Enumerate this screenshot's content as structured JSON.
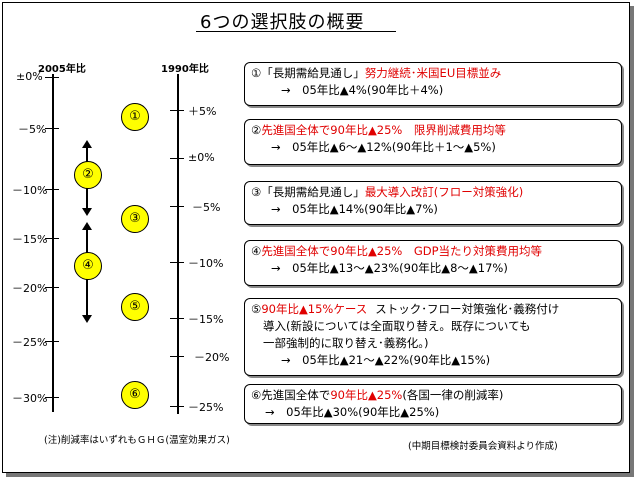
{
  "title": "6つの選択肢の概要",
  "left_axis": {
    "heading": "2005年比",
    "ticks": [
      "±0%",
      "－5%",
      "－10%",
      "－15%",
      "－20%",
      "－25%",
      "－30%"
    ]
  },
  "right_axis": {
    "heading": "1990年比",
    "ticks": [
      "＋5%",
      "±0%",
      "－5%",
      "－10%",
      "－15%",
      "－20%",
      "－25%"
    ]
  },
  "options": [
    {
      "num": "①",
      "l1a": "①「長期需給見通し」",
      "l1b": "努力継続･米国EU目標並み",
      "l2": "→　05年比▲4%(90年比＋4%)"
    },
    {
      "num": "②",
      "l1a": "②",
      "l1b": "先進国全体で90年比▲25%　限界削減費用均等",
      "l2": "→　05年比▲6～▲12%(90年比＋1～▲5%)"
    },
    {
      "num": "③",
      "l1a": "③「長期需給見通し」",
      "l1b": "最大導入改訂(フロー対策強化)",
      "l2": "→　05年比▲14%(90年比▲7%)"
    },
    {
      "num": "④",
      "l1a": "④",
      "l1b": "先進国全体で90年比▲25%　GDP当たり対策費用均等",
      "l2": "→　05年比▲13～▲23%(90年比▲8～▲17%)"
    },
    {
      "num": "⑤",
      "l1a": "⑤",
      "l1b": "90年比▲15%ケース",
      "l1c": "ストック･フロー対策強化･義務付け",
      "l2": "導入(新設については全面取り替え。既存についても",
      "l3": "一部強制的に取り替え･義務化。)",
      "l4": "→　05年比▲21～▲22%(90年比▲15%)"
    },
    {
      "num": "⑥",
      "l1a": "⑥先進国全体で",
      "l1b": "90年比▲25%",
      "l1c": "(各国一律の削減率)",
      "l2": "→　05年比▲30%(90年比▲25%)"
    }
  ],
  "range_indicators": {
    "option2": {
      "from": "－6%",
      "to": "－12%",
      "axis": "2005年比"
    },
    "option4": {
      "from": "－13%",
      "to": "－23%",
      "axis": "2005年比"
    }
  },
  "footnote": "(注)削減率はいずれもＧＨＧ(温室効果ガス)",
  "source": "(中期目標検討委員会資料より作成)"
}
